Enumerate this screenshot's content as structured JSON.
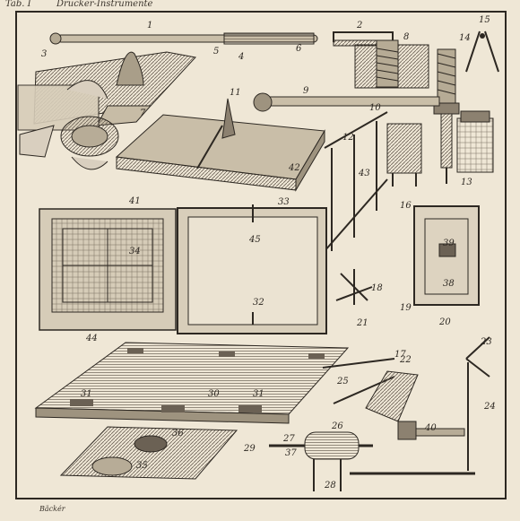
{
  "plate": {
    "tab_label": "Tab. I",
    "title": "Drucker-Instrumente",
    "engraver": "Bäckér"
  },
  "figures": [
    {
      "id": "f1",
      "label": "1",
      "name": "long-handle-tool"
    },
    {
      "id": "f2",
      "label": "2",
      "name": "clamp-tool"
    },
    {
      "id": "f3",
      "label": "3",
      "name": "pin"
    },
    {
      "id": "f4",
      "label": "4",
      "name": "small-part"
    },
    {
      "id": "f5",
      "label": "5",
      "name": "hook"
    },
    {
      "id": "f6",
      "label": "6",
      "name": "tongs"
    },
    {
      "id": "f7",
      "label": "7",
      "name": "board-with-ink-ball"
    },
    {
      "id": "f8",
      "label": "8",
      "name": "screw-assembly"
    },
    {
      "id": "f9",
      "label": "9",
      "name": "bar"
    },
    {
      "id": "f10",
      "label": "10",
      "name": "bolt"
    },
    {
      "id": "f11",
      "label": "11",
      "name": "brush"
    },
    {
      "id": "f12",
      "label": "12",
      "name": "tray"
    },
    {
      "id": "f13",
      "label": "13",
      "name": "mechanism"
    },
    {
      "id": "f14",
      "label": "14",
      "name": "press-screw"
    },
    {
      "id": "f15",
      "label": "15",
      "name": "pincers"
    },
    {
      "id": "f16",
      "label": "16",
      "name": "pin"
    },
    {
      "id": "f17",
      "label": "17",
      "name": "spike"
    },
    {
      "id": "f18",
      "label": "18",
      "name": "star-part"
    },
    {
      "id": "f19",
      "label": "19",
      "name": "nut"
    },
    {
      "id": "f20",
      "label": "20",
      "name": "hook"
    },
    {
      "id": "f21",
      "label": "21",
      "name": "awl"
    },
    {
      "id": "f22",
      "label": "22",
      "name": "small-tool"
    },
    {
      "id": "f23",
      "label": "23",
      "name": "scissors"
    },
    {
      "id": "f24",
      "label": "24",
      "name": "stand"
    },
    {
      "id": "f25",
      "label": "25",
      "name": "compass"
    },
    {
      "id": "f26",
      "label": "26",
      "name": "roller"
    },
    {
      "id": "f27",
      "label": "27",
      "name": "roller-axle"
    },
    {
      "id": "f28",
      "label": "28",
      "name": "strap"
    },
    {
      "id": "f29",
      "label": "29",
      "name": "tool"
    },
    {
      "id": "f30",
      "label": "30",
      "name": "coffin-plank"
    },
    {
      "id": "f31",
      "label": "31",
      "name": "clip"
    },
    {
      "id": "f32",
      "label": "32",
      "name": "hinge"
    },
    {
      "id": "f33",
      "label": "33",
      "name": "tympan-hinge"
    },
    {
      "id": "f34",
      "label": "34",
      "name": "frisket-panel"
    },
    {
      "id": "f35",
      "label": "35",
      "name": "ink-block"
    },
    {
      "id": "f36",
      "label": "36",
      "name": "ink-ball"
    },
    {
      "id": "f37",
      "label": "37",
      "name": "rod"
    },
    {
      "id": "f38",
      "label": "38",
      "name": "frame"
    },
    {
      "id": "f39",
      "label": "39",
      "name": "frame-part"
    },
    {
      "id": "f40",
      "label": "40",
      "name": "hammer"
    },
    {
      "id": "f41",
      "label": "41",
      "name": "frisket-frame"
    },
    {
      "id": "f42",
      "label": "42",
      "name": "board"
    },
    {
      "id": "f43",
      "label": "43",
      "name": "frame-rail"
    },
    {
      "id": "f44",
      "label": "44",
      "name": "rail"
    },
    {
      "id": "f45",
      "label": "45",
      "name": "tympan"
    }
  ],
  "colors": {
    "paper": "#efe7d6",
    "ink": "#2d2822",
    "shade": "#8b8172",
    "edge": "#5a5046"
  }
}
